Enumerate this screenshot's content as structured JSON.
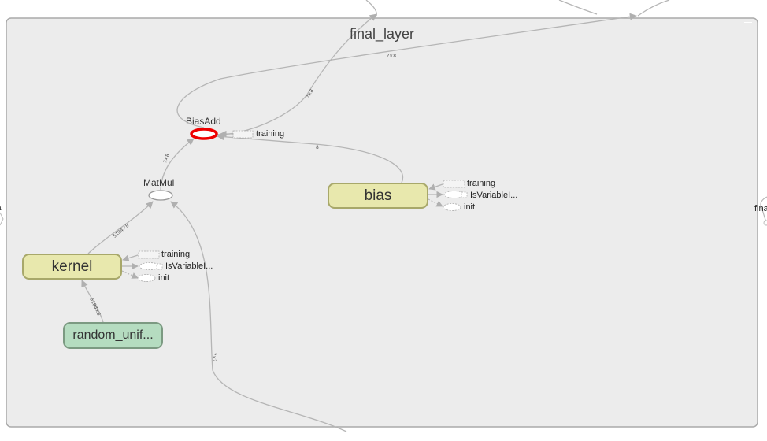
{
  "group": {
    "title": "final_layer"
  },
  "ops": {
    "biasadd": "BiasAdd",
    "matmul": "MatMul"
  },
  "nodes": {
    "kernel": "kernel",
    "bias": "bias",
    "random": "random_unif..."
  },
  "aux": {
    "biasadd_training": "training",
    "bias_training": "training",
    "bias_isvar": "IsVariableI...",
    "bias_init": "init",
    "kernel_training": "training",
    "kernel_isvar": "IsVariableI...",
    "kernel_init": "init"
  },
  "edge_labels": {
    "top_out": "?×8",
    "up_right": "?×8",
    "matmul_biasadd": "?×8",
    "bias_biasadd": "8",
    "kernel_matmul": "5184×8",
    "random_kernel": "5184×8",
    "input": "?×?"
  },
  "offscreen": {
    "right": "fina",
    "left": "a"
  },
  "colors": {
    "group_fill": "#ececec",
    "variable_fill": "#e8e8ad",
    "initializer_fill": "#b5dcc0",
    "selected_stroke": "#ee0000"
  }
}
